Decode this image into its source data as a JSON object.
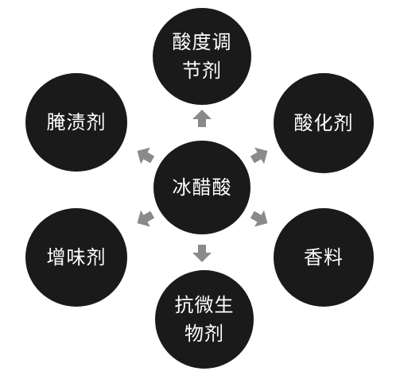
{
  "diagram": {
    "center": {
      "label": "冰醋酸"
    },
    "nodes": [
      {
        "id": "top",
        "label": "酸度调\n节剂"
      },
      {
        "id": "upper-left",
        "label": "腌渍剂"
      },
      {
        "id": "upper-right",
        "label": "酸化剂"
      },
      {
        "id": "lower-left",
        "label": "增味剂"
      },
      {
        "id": "lower-right",
        "label": "香料"
      },
      {
        "id": "bottom",
        "label": "抗微生\n物剂"
      }
    ],
    "colors": {
      "node_fill": "#1a1a1a",
      "node_text": "#ffffff",
      "arrow": "#8a8a8a",
      "background": "#ffffff"
    },
    "arrow_shape": "block-arrow-outward"
  }
}
